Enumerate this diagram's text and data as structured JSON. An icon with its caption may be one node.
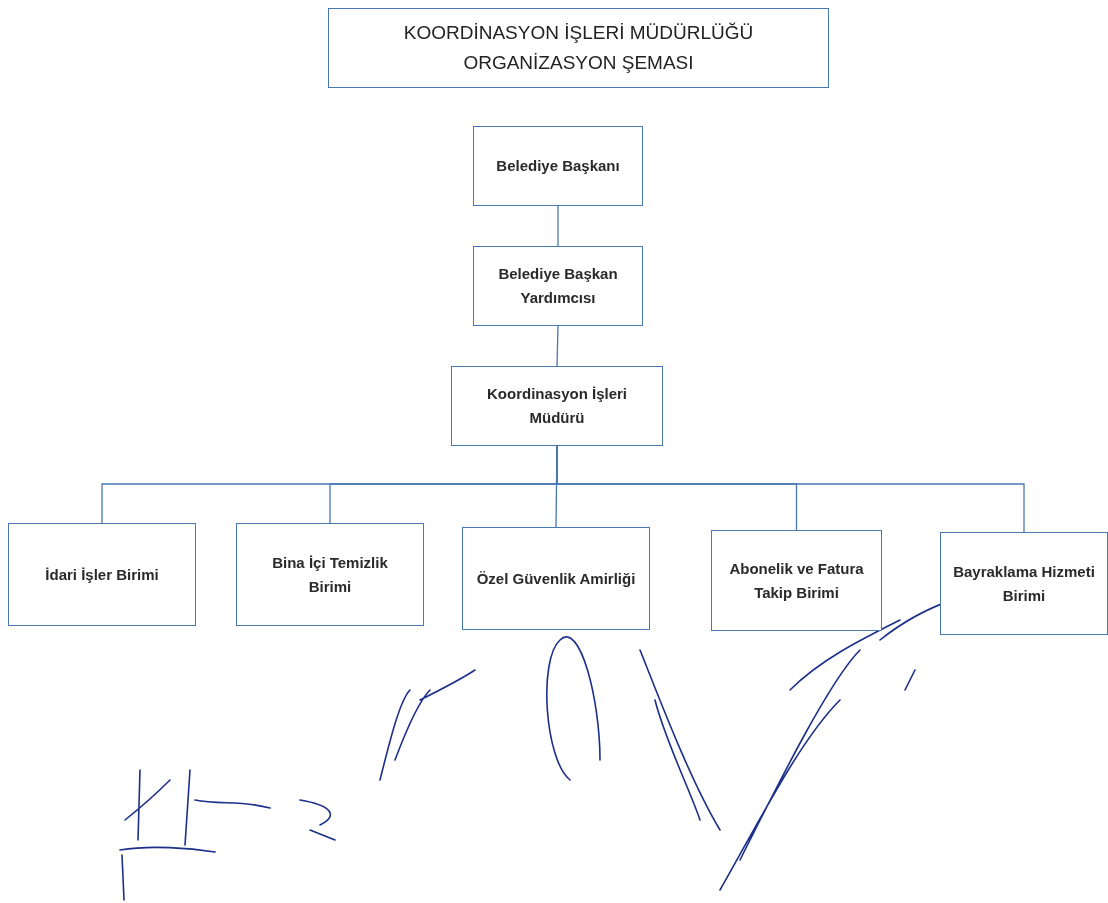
{
  "diagram": {
    "title": "KOORDİNASYON İŞLERİ MÜDÜRLÜĞÜ ORGANİZASYON ŞEMASI",
    "nodes": [
      {
        "text": [
          "Belediye Başkanı"
        ]
      },
      {
        "text": [
          "Belediye Başkan Yardımcısı"
        ]
      },
      {
        "text": [
          "Koordinasyon İşleri Müdürü"
        ]
      },
      {
        "text": [
          "İdari İşler Birimi"
        ]
      },
      {
        "text": [
          "Bina İçi Temizlik Birimi"
        ]
      },
      {
        "text": [
          "Özel Güvenlik Amirliği"
        ]
      },
      {
        "text": [
          "Abonelik ve Fatura Takip Birimi"
        ]
      },
      {
        "text": [
          "Bayraklama Hizmeti Birimi"
        ]
      }
    ],
    "edges": [
      {
        "from": 0,
        "to": 1,
        "arrow": "none"
      },
      {
        "from": 1,
        "to": 2,
        "arrow": "none"
      },
      {
        "from": 2,
        "to": 3,
        "arrow": "none"
      },
      {
        "from": 2,
        "to": 4,
        "arrow": "none"
      },
      {
        "from": 2,
        "to": 5,
        "arrow": "none"
      },
      {
        "from": 2,
        "to": 6,
        "arrow": "none"
      },
      {
        "from": 2,
        "to": 7,
        "arrow": "none"
      }
    ]
  }
}
